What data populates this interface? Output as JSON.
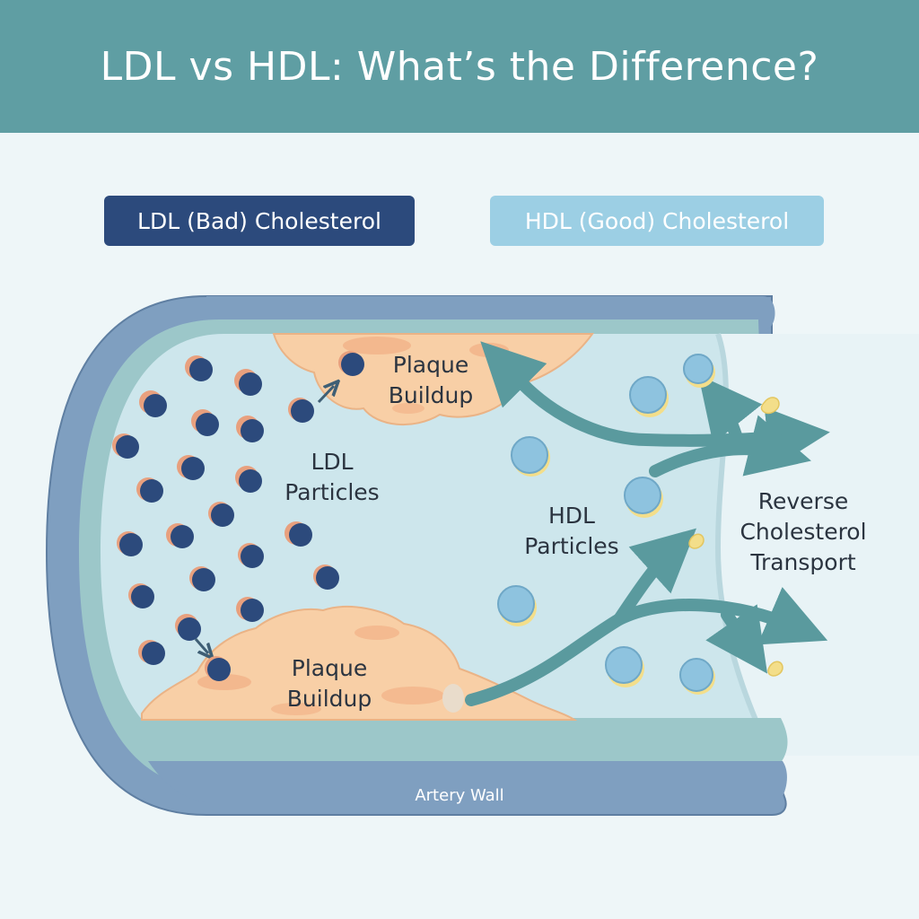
{
  "header": {
    "title": "LDL vs HDL: What’s the Difference?"
  },
  "legend": {
    "ldl": "LDL (Bad) Cholesterol",
    "hdl": "HDL (Good) Cholesterol"
  },
  "labels": {
    "plaque_top": "Plaque\nBuildup",
    "plaque_bottom": "Plaque\nBuildup",
    "ldl_particles": "LDL\nParticles",
    "hdl_particles": "HDL\nParticles",
    "reverse_transport": "Reverse\nCholesterol\nTransport",
    "artery_wall": "Artery Wall"
  },
  "colors": {
    "header": "#5f9ea3",
    "ldl_particle": "#2c4a7c",
    "hdl_particle": "#8ec3df",
    "plaque": "#f8cfa6",
    "arrow": "#5a9a9e",
    "artery_outer": "#7f9fc0",
    "artery_inner": "#9cc7c9"
  }
}
